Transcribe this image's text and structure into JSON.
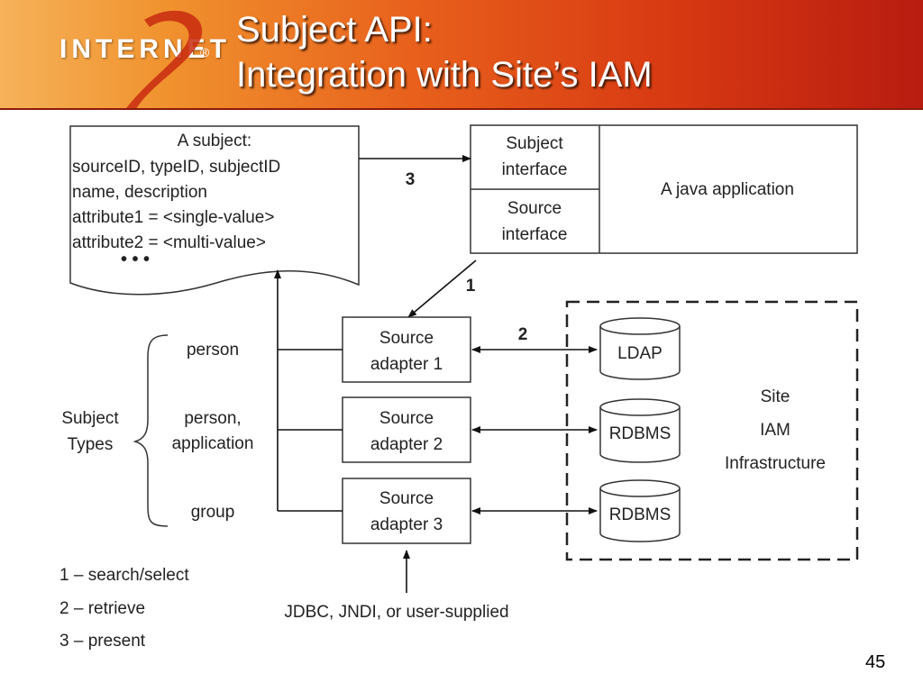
{
  "logo": {
    "wordmark": "INTERNET",
    "registered": "®"
  },
  "title": {
    "line1": "Subject API:",
    "line2": "Integration with Site’s IAM"
  },
  "subject_card": {
    "lines": [
      "A subject:",
      "sourceID, typeID, subjectID",
      "name, description",
      "attribute1 = <single-value>",
      "attribute2 = <multi-value>"
    ],
    "ellipsis": "• • •"
  },
  "app_box": {
    "subject_interface": [
      "Subject",
      "interface"
    ],
    "source_interface": [
      "Source",
      "interface"
    ],
    "app_label": "A java application"
  },
  "step_labels": {
    "step1": "1",
    "step2": "2",
    "step3": "3"
  },
  "adapters": [
    [
      "Source",
      "adapter 1"
    ],
    [
      "Source",
      "adapter 2"
    ],
    [
      "Source",
      "adapter 3"
    ]
  ],
  "databases": [
    "LDAP",
    "RDBMS",
    "RDBMS"
  ],
  "site_iam": [
    "Site",
    "IAM",
    "Infrastructure"
  ],
  "subject_types": {
    "label": [
      "Subject",
      "Types"
    ],
    "items": [
      [
        "person"
      ],
      [
        "person,",
        "application"
      ],
      [
        "group"
      ]
    ]
  },
  "legend": [
    "1 – search/select",
    "2 – retrieve",
    "3 – present"
  ],
  "bottom_label": "JDBC, JNDI, or user-supplied",
  "page_number": "45"
}
